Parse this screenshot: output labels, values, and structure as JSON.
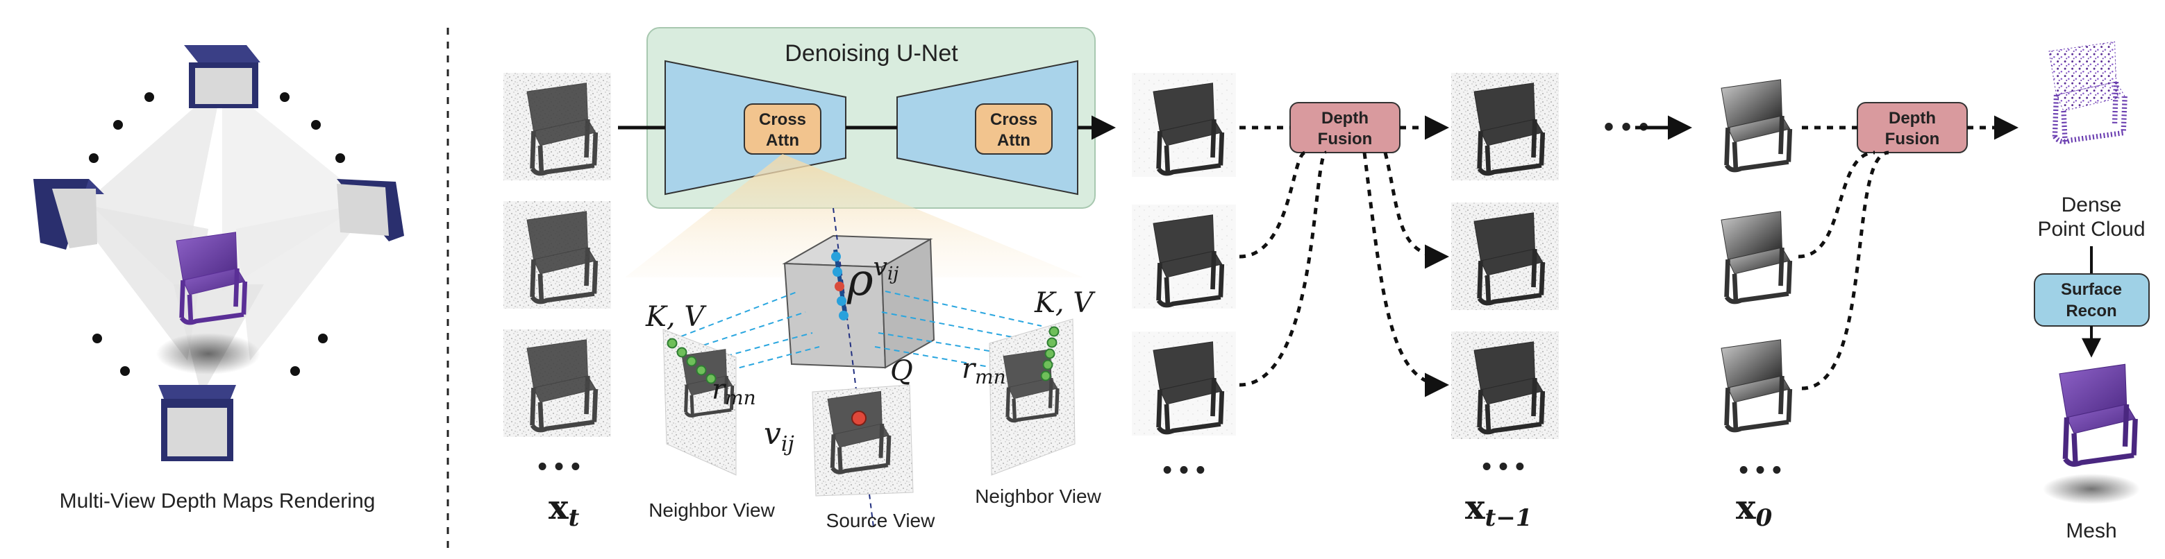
{
  "left_panel": {
    "caption": "Multi-View Depth Maps Rendering"
  },
  "unet": {
    "title": "Denoising U-Net",
    "cross_attn_left": [
      "Cross",
      "Attn"
    ],
    "cross_attn_right": [
      "Cross",
      "Attn"
    ]
  },
  "attention": {
    "kv_left": "K, V",
    "kv_right": "K, V",
    "r_left": "r",
    "r_left_sub": "mn",
    "r_right": "r",
    "r_right_sub": "mn",
    "rho": "ρ",
    "rho_sup": "v",
    "rho_sup_sub": "ij",
    "q": "Q",
    "v": "v",
    "v_sub": "ij",
    "neighbor_view_left": "Neighbor View",
    "neighbor_view_right": "Neighbor View",
    "source_view": "Source View"
  },
  "timesteps": {
    "xt": "x",
    "xt_sub": "t",
    "xt1": "x",
    "xt1_sub": "t−1",
    "x0": "x",
    "x0_sub": "0",
    "ellipsis": "• • •"
  },
  "fusion": {
    "depth_fusion_1": [
      "Depth",
      "Fusion"
    ],
    "depth_fusion_2": [
      "Depth",
      "Fusion"
    ]
  },
  "output": {
    "dense_point_cloud": [
      "Dense",
      "Point Cloud"
    ],
    "surface_recon": [
      "Surface",
      "Recon"
    ],
    "mesh": "Mesh"
  },
  "colors": {
    "unet_bg": "#d9ecde",
    "unet_block": "#a9d3ea",
    "cross_attn": "#f2c48e",
    "depth_fusion": "#d99a9e",
    "surface_recon": "#9fd1e6",
    "chair_purple": "#6b3fa0",
    "camera_navy": "#2a2f6e"
  }
}
